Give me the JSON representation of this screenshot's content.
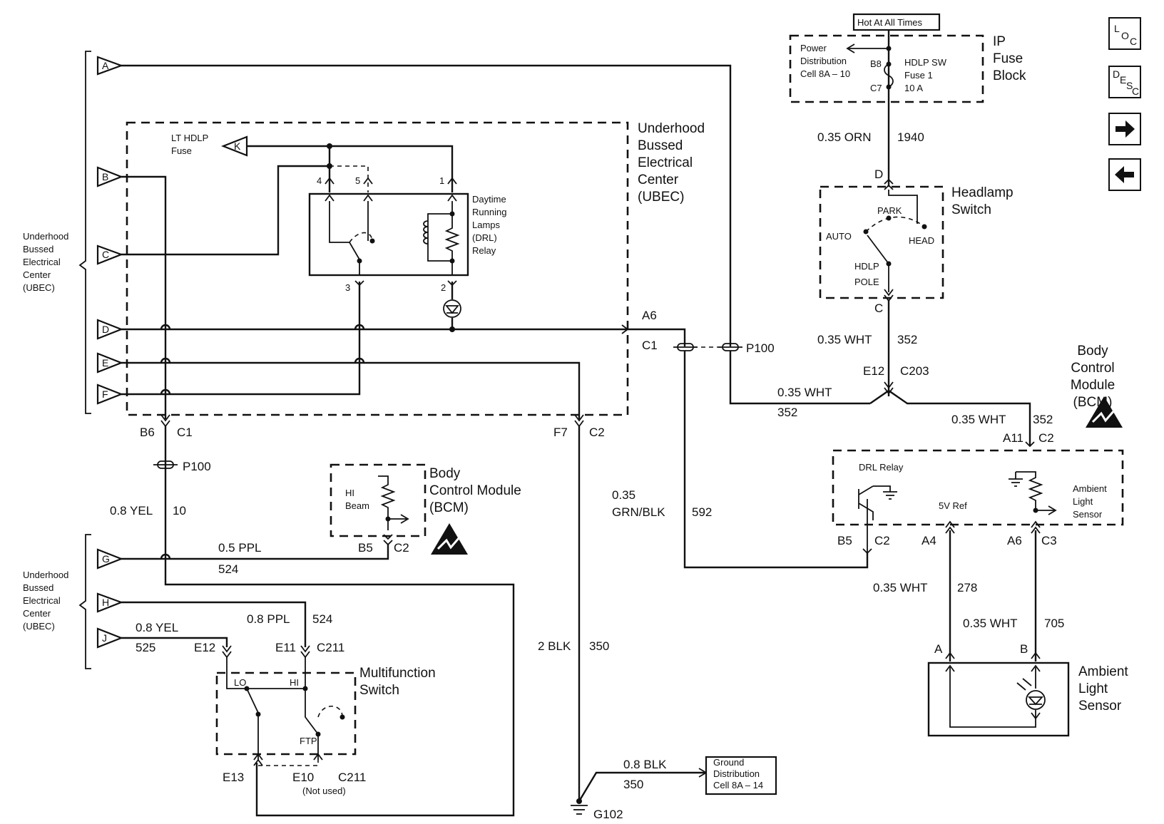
{
  "nav": {
    "loc_label": "LOC",
    "desc_label": "DESC"
  },
  "connector_letters": [
    "A",
    "B",
    "C",
    "D",
    "E",
    "F",
    "G",
    "H",
    "J",
    "K"
  ],
  "labels": {
    "ubec_side_1": [
      "Underhood",
      "Bussed",
      "Electrical",
      "Center",
      "(UBEC)"
    ],
    "ubec_side_2": [
      "Underhood",
      "Bussed",
      "Electrical",
      "Center",
      "(UBEC)"
    ],
    "ubec_main": [
      "Underhood",
      "Bussed",
      "Electrical",
      "Center",
      "(UBEC)"
    ],
    "lt_hdlp_fuse": [
      "LT HDLP",
      "Fuse"
    ],
    "drl_relay": [
      "Daytime",
      "Running",
      "Lamps",
      "(DRL)",
      "Relay"
    ],
    "relay_pins": [
      "4",
      "5",
      "1",
      "3",
      "2"
    ],
    "hot_at_all_times": "Hot At All Times",
    "power_dist": [
      "Power",
      "Distribution",
      "Cell 8A – 10"
    ],
    "fuse_pins": [
      "B8",
      "C7"
    ],
    "hdlp_sw_fuse": [
      "HDLP SW",
      "Fuse 1",
      "10 A"
    ],
    "ip_fuse_block": [
      "IP",
      "Fuse",
      "Block"
    ],
    "wire_orn": "0.35 ORN",
    "wire_orn_num": "1940",
    "hs_pin_d": "D",
    "headlamp_switch": [
      "Headlamp",
      "Switch"
    ],
    "hs_park": "PARK",
    "hs_auto": "AUTO",
    "hs_head": "HEAD",
    "hs_pole": [
      "HDLP",
      "POLE"
    ],
    "hs_pin_c": "C",
    "wire_wht_352": "0.35 WHT",
    "wire_352": "352",
    "e12": "E12",
    "c203": "C203",
    "wire_wht_352b": "0.35 WHT",
    "wire_352b": "352",
    "wire_wht_352c": "0.35 WHT",
    "wire_352c": "352",
    "bcm_right": [
      "Body",
      "Control",
      "Module",
      "(BCM)"
    ],
    "a11": "A11",
    "c2_a11": "C2",
    "drl_relay_small": "DRL Relay",
    "five_v_ref": "5V Ref",
    "ambient_inner": [
      "Ambient",
      "Light",
      "Sensor"
    ],
    "b5_r": "B5",
    "c2_b5r": "C2",
    "a4": "A4",
    "a6_r": "A6",
    "c3": "C3",
    "wire_wht_278": "0.35 WHT",
    "wire_278": "278",
    "wire_wht_705": "0.35 WHT",
    "wire_705": "705",
    "pin_a": "A",
    "pin_b": "B",
    "ambient_sensor": [
      "Ambient",
      "Light",
      "Sensor"
    ],
    "a6": "A6",
    "c1": "C1",
    "p100_top": "P100",
    "wire_grn": [
      "0.35",
      "GRN/BLK"
    ],
    "wire_592": "592",
    "b6": "B6",
    "c1_b6": "C1",
    "f7": "F7",
    "c2_f7": "C2",
    "p100_left": "P100",
    "wire_yel_10": "0.8 YEL",
    "wire_10": "10",
    "bcm_left": [
      "Body",
      "Control Module",
      "(BCM)"
    ],
    "hi_beam": [
      "HI",
      "Beam"
    ],
    "b5": "B5",
    "c2_b5": "C2",
    "wire_ppl": "0.5 PPL",
    "wire_524": "524",
    "wire_yel_525": "0.8 YEL",
    "wire_525": "525",
    "wire_ppl_524": "0.8 PPL",
    "wire_524b": "524",
    "e12_b": "E12",
    "e11": "E11",
    "c211": "C211",
    "mf_lo": "LO",
    "mf_hi": "HI",
    "mf_ftp": "FTP",
    "multifunction": [
      "Multifunction",
      "Switch"
    ],
    "e13": "E13",
    "e10": "E10",
    "c211_b": "C211",
    "not_used": "(Not used)",
    "wire_blk_350": "2 BLK",
    "wire_350": "350",
    "wire_blk_08": "0.8 BLK",
    "wire_350b": "350",
    "ground_dist": [
      "Ground",
      "Distribution",
      "Cell 8A – 14"
    ],
    "g102": "G102"
  }
}
